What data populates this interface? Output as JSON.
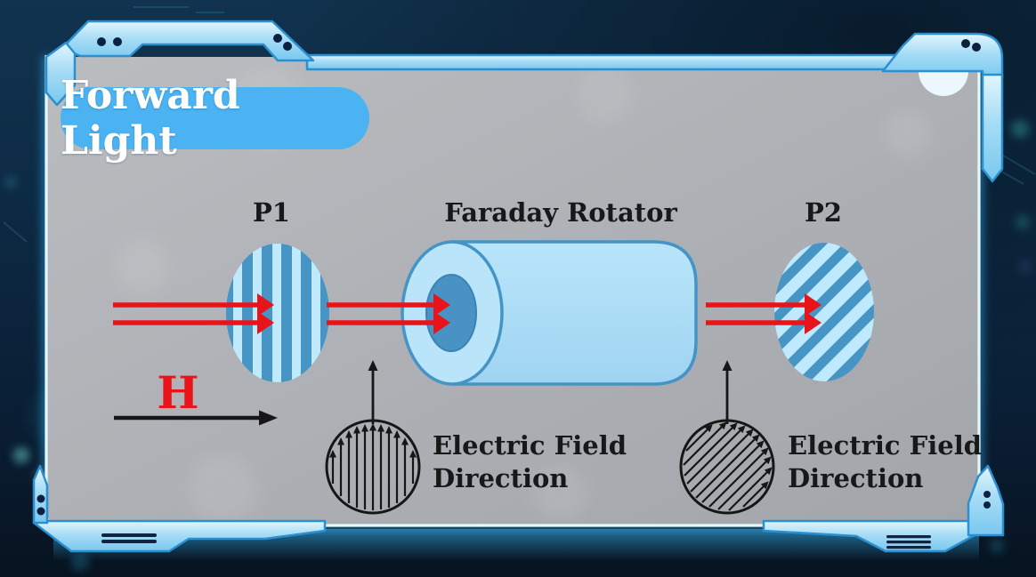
{
  "badge": {
    "label": "Forward Light"
  },
  "components": {
    "polarizer_p1": {
      "label": "P1"
    },
    "faraday_rotator": {
      "label": "Faraday Rotator"
    },
    "polarizer_p2": {
      "label": "P2"
    },
    "magnetic_field": {
      "label": "H"
    }
  },
  "captions": {
    "field_left": {
      "line1": "Electric Field",
      "line2": "Direction"
    },
    "field_right": {
      "line1": "Electric Field",
      "line2": "Direction"
    }
  },
  "colors": {
    "frame_blue": "#8ed4f3",
    "frame_edge": "#2b8fd0",
    "badge_blue": "#4cb3f2",
    "panel_gray": "#a9acb1",
    "background_navy": "#0c2740",
    "ray_red": "#e8141a",
    "stripe_dark": "#4695c5",
    "stripe_light": "#bfe9fd",
    "ink": "#17181a"
  }
}
